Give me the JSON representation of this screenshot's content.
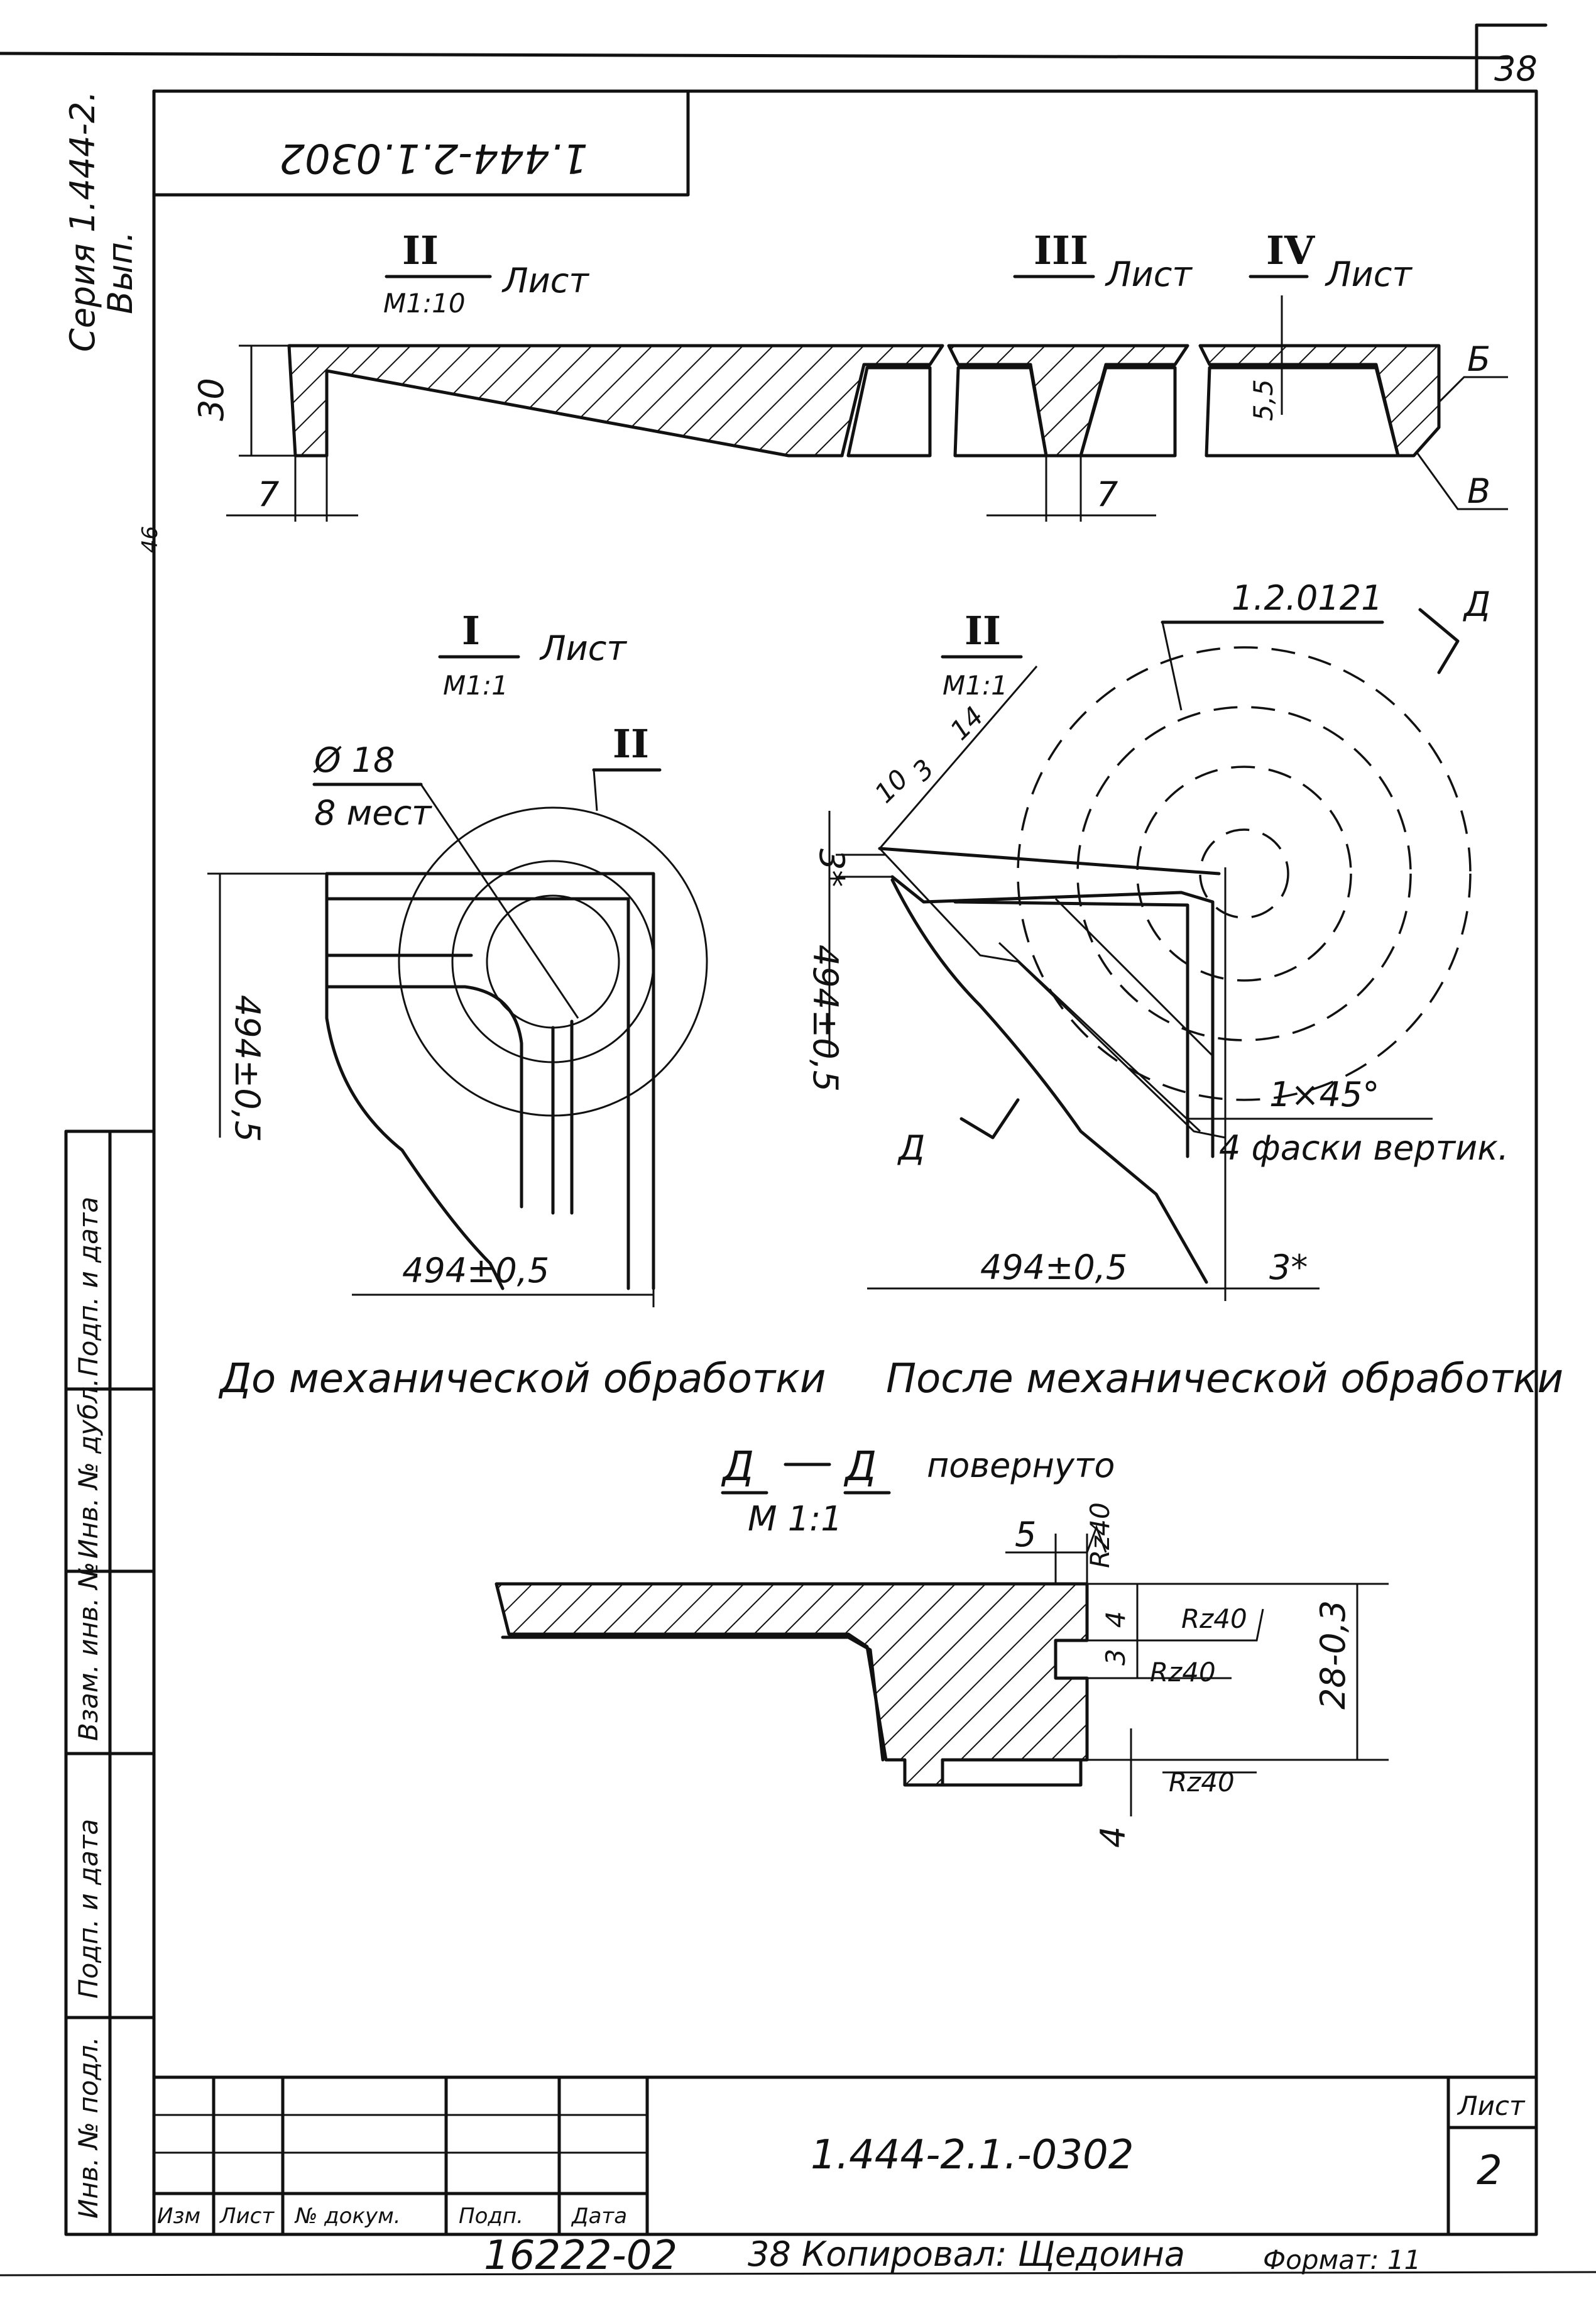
{
  "sheet_corner_number": "38",
  "stamp_top_code": "1.444-2.1.0302",
  "series_margin": {
    "line1": "Серия 1.444-2.",
    "line2": "Вып."
  },
  "margin_num": "46",
  "section_top": {
    "s2": {
      "numeral": "II",
      "scale": "М1:10",
      "word": "Лист"
    },
    "s3": {
      "numeral": "III",
      "word": "Лист"
    },
    "s4": {
      "numeral": "IV",
      "word": "Лист"
    },
    "dim_30": "30",
    "dim_7_left": "7",
    "dim_7_mid": "7",
    "dim_55": "5,5",
    "mark_b": "Б",
    "mark_v": "В"
  },
  "view1": {
    "numeral": "I",
    "word": "Лист",
    "scale": "М1:1",
    "hole": "Ø 18",
    "count": "8 мест",
    "callout": "II",
    "dim_v": "494±0,5",
    "dim_h": "494±0,5",
    "caption": "До механической обработки"
  },
  "view2": {
    "numeral": "II",
    "scale": "М1:1",
    "ref": "1.2.0121",
    "cut": "Д",
    "dim_10": "10",
    "dim_3": "3",
    "dim_14": "14",
    "dim_3star": "3*",
    "dim_v": "494±0,5",
    "dim_h": "494±0,5",
    "chamfer": "1×45°",
    "chamfer_note": "4 фаски вертик.",
    "caption": "После механической обработки"
  },
  "section_dd": {
    "title_a": "Д",
    "title_b": "Д",
    "rotated": "повернуто",
    "scale": "М 1:1",
    "dim_5": "5",
    "rz": "Rz40",
    "dim_3": "3",
    "dim_4a": "4",
    "dim_4b": "4",
    "dim_28": "28-0,3"
  },
  "left_strip": [
    "Подп. и дата",
    "Инв. № дубл.",
    "Взам. инв. №",
    "Подп. и дата",
    "Инв. № подл."
  ],
  "title_block": {
    "code": "1.444-2.1.-0302",
    "sheet_label": "Лист",
    "sheet_no": "2",
    "columns": [
      "Изм",
      "Лист",
      "№ докум.",
      "Подп.",
      "Дата"
    ]
  },
  "footer": {
    "number": "16222-02",
    "copy": "38 Копировал: Щедоина",
    "format": "Формат: 11"
  }
}
